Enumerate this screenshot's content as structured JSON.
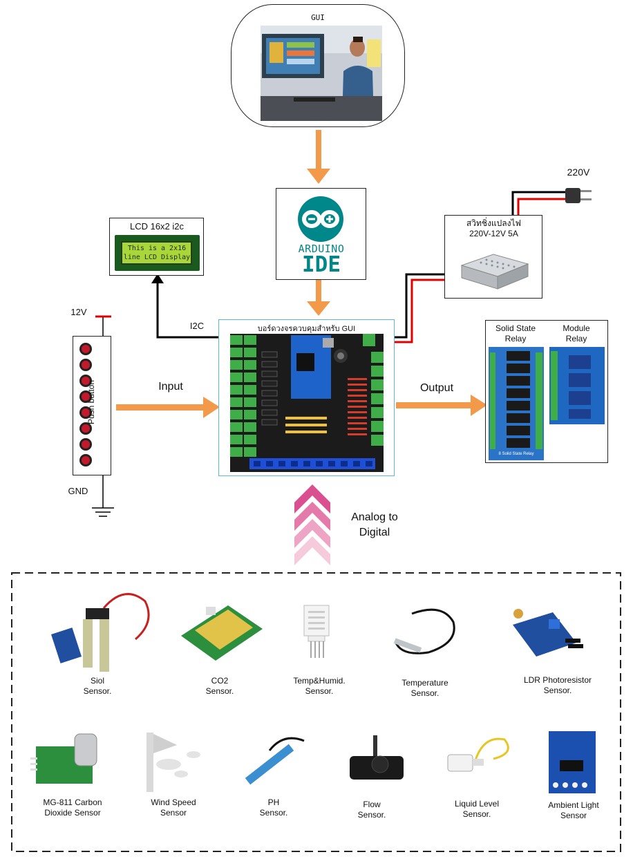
{
  "gui": {
    "title": "GUI"
  },
  "ide": {
    "line1": "ARDUINO",
    "line2": "IDE"
  },
  "lcd": {
    "title": "LCD 16x2 i2c",
    "screen_line1": "This is a 2x16",
    "screen_line2": "line LCD Display"
  },
  "power": {
    "mains": "220V",
    "title_line1": "สวิทชิ่งแปลงไฟ",
    "title_line2": "220V-12V 5A"
  },
  "board": {
    "title": "บอร์ดวงจรควบคุมสำหรับ GUI",
    "i2c_label": "I2C"
  },
  "inputs": {
    "v12": "12V",
    "gnd": "GND",
    "push_button": "Push button",
    "input_label": "Input"
  },
  "outputs": {
    "output_label": "Output",
    "ssr_line1": "Solid State",
    "ssr_line2": "Relay",
    "mod_line1": "Module",
    "mod_line2": "Relay",
    "ssr_board_text": "8 Solid State Relay"
  },
  "adc": {
    "line1": "Analog to",
    "line2": "Digital"
  },
  "sensors": [
    {
      "name": "soil",
      "line1": "Siol",
      "line2": "Sensor."
    },
    {
      "name": "co2",
      "line1": "CO2",
      "line2": "Sensor."
    },
    {
      "name": "temp-humid",
      "line1": "Temp&Humid.",
      "line2": "Sensor."
    },
    {
      "name": "temperature",
      "line1": "Temperature",
      "line2": "Sensor."
    },
    {
      "name": "ldr",
      "line1": "LDR Photoresistor",
      "line2": "Sensor."
    },
    {
      "name": "mg811",
      "line1": "MG-811 Carbon",
      "line2": "Dioxide Sensor"
    },
    {
      "name": "wind",
      "line1": "Wind Speed",
      "line2": "Sensor"
    },
    {
      "name": "ph",
      "line1": "PH",
      "line2": "Sensor."
    },
    {
      "name": "flow",
      "line1": "Flow",
      "line2": "Sensor."
    },
    {
      "name": "liquid",
      "line1": "Liquid Level",
      "line2": "Sensor."
    },
    {
      "name": "ambient",
      "line1": "Ambient Light",
      "line2": "Sensor"
    }
  ],
  "colors": {
    "arrow": "#f39a4a",
    "wire_red": "#e00000",
    "wire_black": "#000000",
    "board_blue": "#1e63c9",
    "terminal_green": "#3fae49",
    "chevron_pink": "#e0609a"
  }
}
